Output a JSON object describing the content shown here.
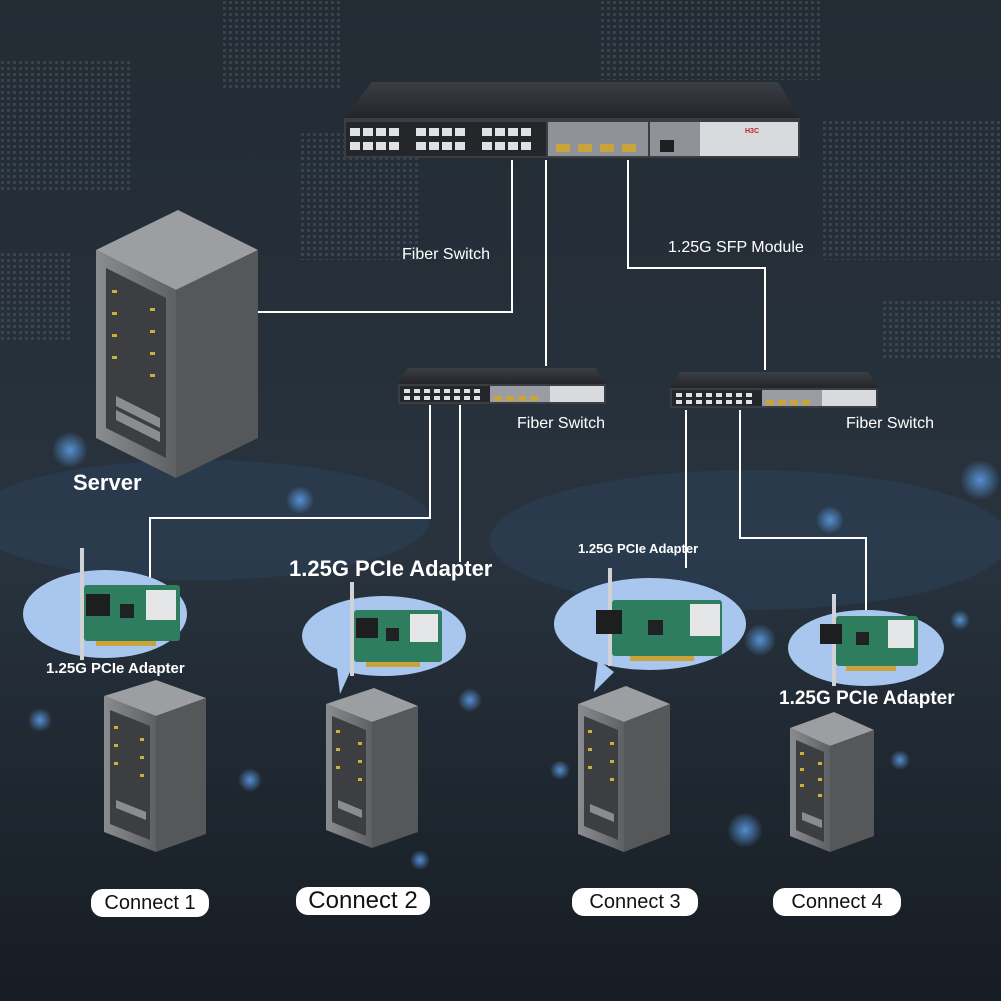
{
  "labels": {
    "fiber_switch_top": "Fiber Switch",
    "sfp_module": "1.25G SFP Module",
    "fiber_switch_left": "Fiber Switch",
    "fiber_switch_right": "Fiber Switch",
    "server": "Server",
    "adapter_1": "1.25G PCIe Adapter",
    "adapter_2": "1.25G PCIe Adapter",
    "adapter_3": "1.25G PCIe Adapter",
    "adapter_4": "1.25G PCIe Adapter"
  },
  "connections": [
    {
      "label": "Connect 1"
    },
    {
      "label": "Connect 2"
    },
    {
      "label": "Connect 3"
    },
    {
      "label": "Connect 4"
    }
  ],
  "switch_brand": "H3C",
  "colors": {
    "background": "#1f2730",
    "city_light": "#4f8fd8",
    "link_line": "#ffffff",
    "switch_body": "#2a2c31",
    "server_body": "#6b6d70",
    "pcb_green": "#2e7d5e",
    "bubble": "#a9c7ee"
  }
}
